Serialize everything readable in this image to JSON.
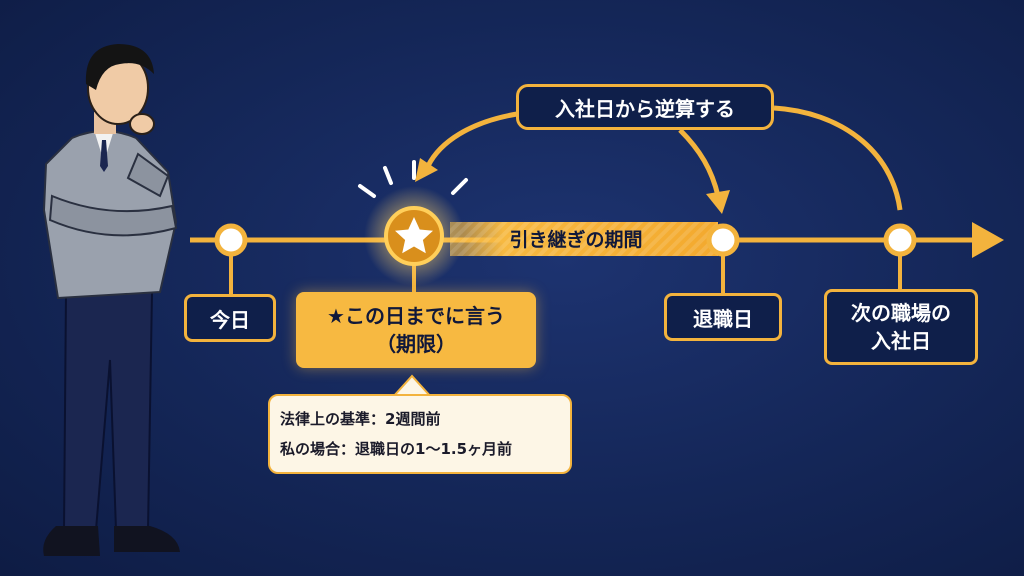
{
  "timeline": {
    "today_label": "今日",
    "deadline_label_line1": "★この日までに言う",
    "deadline_label_line2": "（期限）",
    "retirement_label": "退職日",
    "new_job_line1": "次の職場の",
    "new_job_line2": "入社日",
    "handover_label": "引き継ぎの期間",
    "reverse_label": "入社日から逆算する"
  },
  "callout": {
    "legal_standard": "法律上の基準：2週間前",
    "my_case": "私の場合：退職日の1〜1.5ヶ月前"
  },
  "colors": {
    "background": "#142657",
    "accent": "#f3b33d",
    "text_light": "#ffffff",
    "text_dark": "#10183a"
  }
}
